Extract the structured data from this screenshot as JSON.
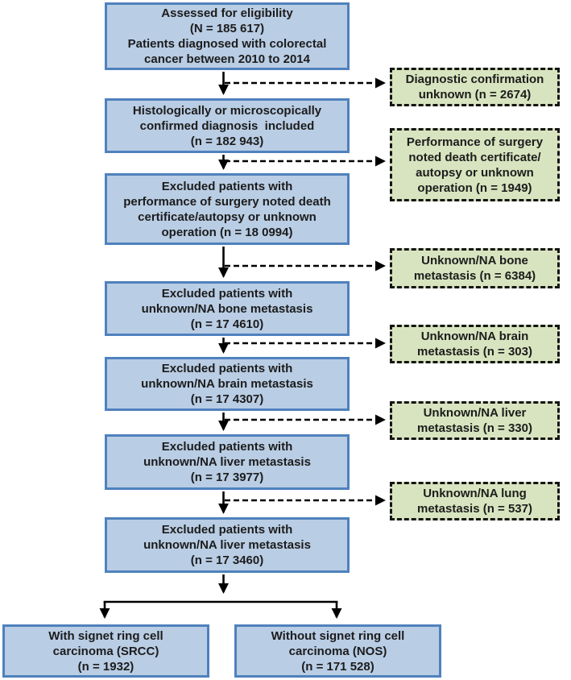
{
  "flowchart": {
    "description": "Patient selection flow diagram for colorectal cancer study",
    "main_boxes": [
      {
        "id": "eligibility",
        "text": "Assessed for eligibility\n（N = 185 617）\nPatients diagnosed with colorectal\ncancer between 2010 to 2014"
      },
      {
        "id": "histology-confirmed",
        "text": "Histologically or microscopically\nconfirmed diagnosis  included\n（n = 182 943）"
      },
      {
        "id": "excluded-surgery",
        "text": "Excluded patients with\nperformance of surgery noted death\ncertificate/autopsy or unknown\noperation （n = 18 0994）"
      },
      {
        "id": "excluded-bone",
        "text": "Excluded patients with\nunknown/NA bone metastasis\n（n = 17 4610）"
      },
      {
        "id": "excluded-brain",
        "text": "Excluded patients with\nunknown/NA brain metastasis\n（n = 17 4307）"
      },
      {
        "id": "excluded-liver",
        "text": "Excluded patients with\nunknown/NA liver metastasis\n（n = 17 3977）"
      },
      {
        "id": "excluded-final",
        "text": "Excluded patients with\nunknown/NA liver metastasis\n（n = 17 3460）"
      }
    ],
    "exclusion_boxes": [
      {
        "id": "diagnostic-unknown",
        "text": "Diagnostic confirmation\nunknown （n = 2674）"
      },
      {
        "id": "surgery-unknown",
        "text": "Performance of surgery\nnoted death certificate/\nautopsy or unknown\noperation （n = 1949）"
      },
      {
        "id": "bone-unknown",
        "text": "Unknown/NA bone\nmetastasis （n = 6384）"
      },
      {
        "id": "brain-unknown",
        "text": "Unknown/NA brain\nmetastasis （n = 303）"
      },
      {
        "id": "liver-unknown",
        "text": "Unknown/NA liver\nmetastasis (n = 330)"
      },
      {
        "id": "lung-unknown",
        "text": "Unknown/NA lung\nmetastasis (n = 537)"
      }
    ],
    "outcome_boxes": [
      {
        "id": "srcc",
        "text": "With signet ring cell\ncarcinoma (SRCC)\n（n = 1932）"
      },
      {
        "id": "nos",
        "text": "Without signet ring cell\ncarcinoma (NOS)\n（n = 171 528）"
      }
    ]
  },
  "colors": {
    "process_box_fill": "#b9cde4",
    "process_box_border": "#4f81bd",
    "exclusion_box_fill": "#d8e4bf",
    "exclusion_box_border": "#141414",
    "arrow": "#000000",
    "text": "#1c1c1c"
  }
}
